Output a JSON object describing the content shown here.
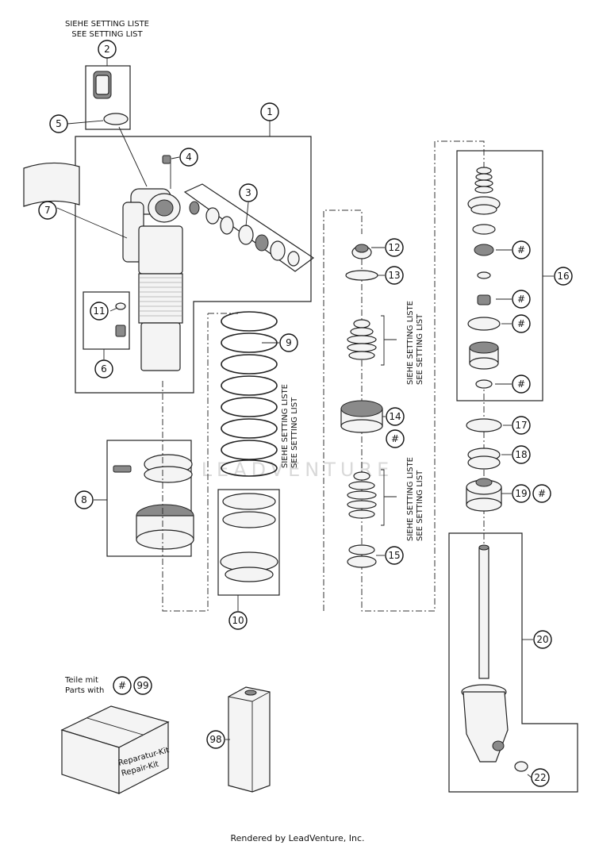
{
  "notes": {
    "top_de": "SIEHE SETTING LISTE",
    "top_en": "SEE SETTING LIST",
    "spring_de": "SIEHE SETTING LISTE",
    "spring_en": "SEE SETTING LIST",
    "stack_upper_de": "SIEHE SETTING LISTE",
    "stack_upper_en": "SEE SETTING LIST",
    "stack_lower_de": "SIEHE SETTING LISTE",
    "stack_lower_en": "SEE SETTING LIST",
    "parts_with_de": "Teile mit",
    "parts_with_en": "Parts with",
    "kit_label_de": "Reparatur-Kit",
    "kit_label_en": "Repair-Kit"
  },
  "watermark": "LEADVENTURE",
  "footer": "Rendered by LeadVenture, Inc.",
  "callouts": {
    "c1": "1",
    "c2": "2",
    "c3": "3",
    "c4": "4",
    "c5": "5",
    "c6": "6",
    "c7": "7",
    "c8": "8",
    "c9": "9",
    "c10": "10",
    "c11": "11",
    "c12": "12",
    "c13": "13",
    "c14": "14",
    "c14h": "#",
    "c15": "15",
    "c16": "16",
    "c16h1": "#",
    "c16h2": "#",
    "c16h3": "#",
    "c16h4": "#",
    "c17": "17",
    "c18": "18",
    "c19": "19",
    "c19h": "#",
    "c20": "20",
    "c22": "22",
    "c98": "98",
    "chash": "#",
    "c99": "99"
  }
}
